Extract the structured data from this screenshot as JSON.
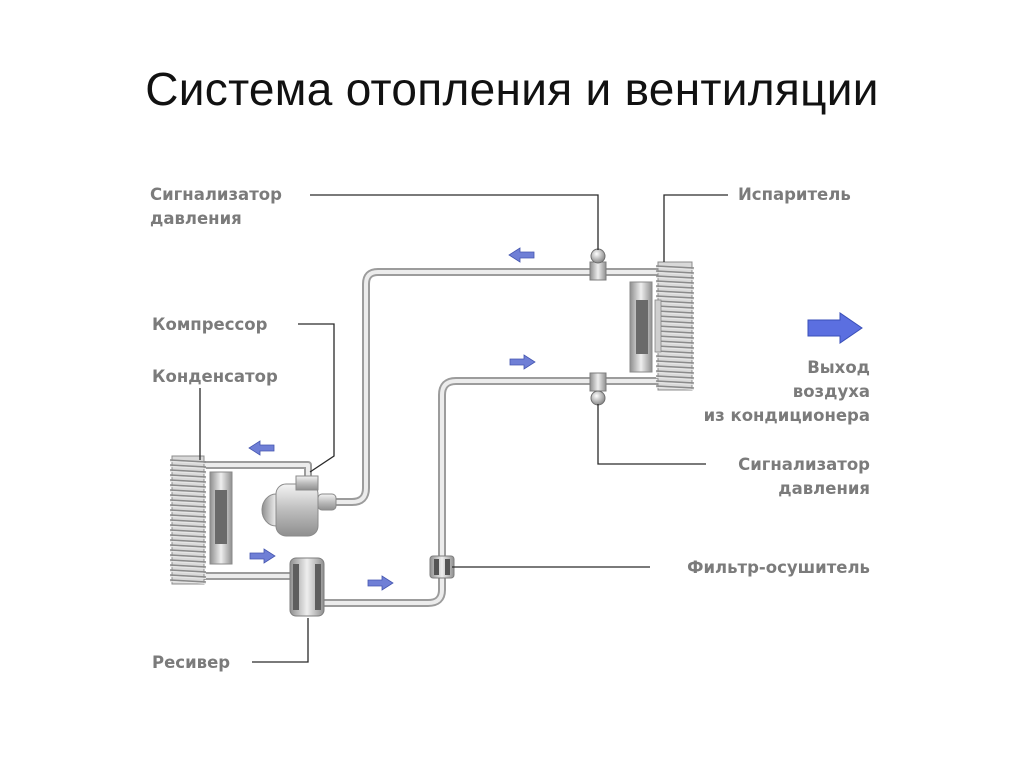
{
  "title": "Система отопления и вентиляции",
  "labels": {
    "pressure_switch_top": [
      "Сигнализатор",
      "давления"
    ],
    "evaporator": "Испаритель",
    "compressor": "Компрессор",
    "condenser": "Конденсатор",
    "air_outlet": [
      "Выход",
      "воздуха",
      "из кондиционера"
    ],
    "pressure_switch_bottom": [
      "Сигнализатор",
      "давления"
    ],
    "filter_dryer": "Фильтр-осушитель",
    "receiver": "Ресивер"
  },
  "colors": {
    "flow_arrow": "#6f7fd6",
    "outlet_arrow": "#5b6fe0",
    "label_text": "#7b7b7b",
    "leader_line": "#2a2a2a",
    "pipe": "#9c9c9c"
  },
  "icons": {
    "flow_arrow": "arrow-right-icon",
    "outlet_arrow": "arrow-right-icon"
  }
}
